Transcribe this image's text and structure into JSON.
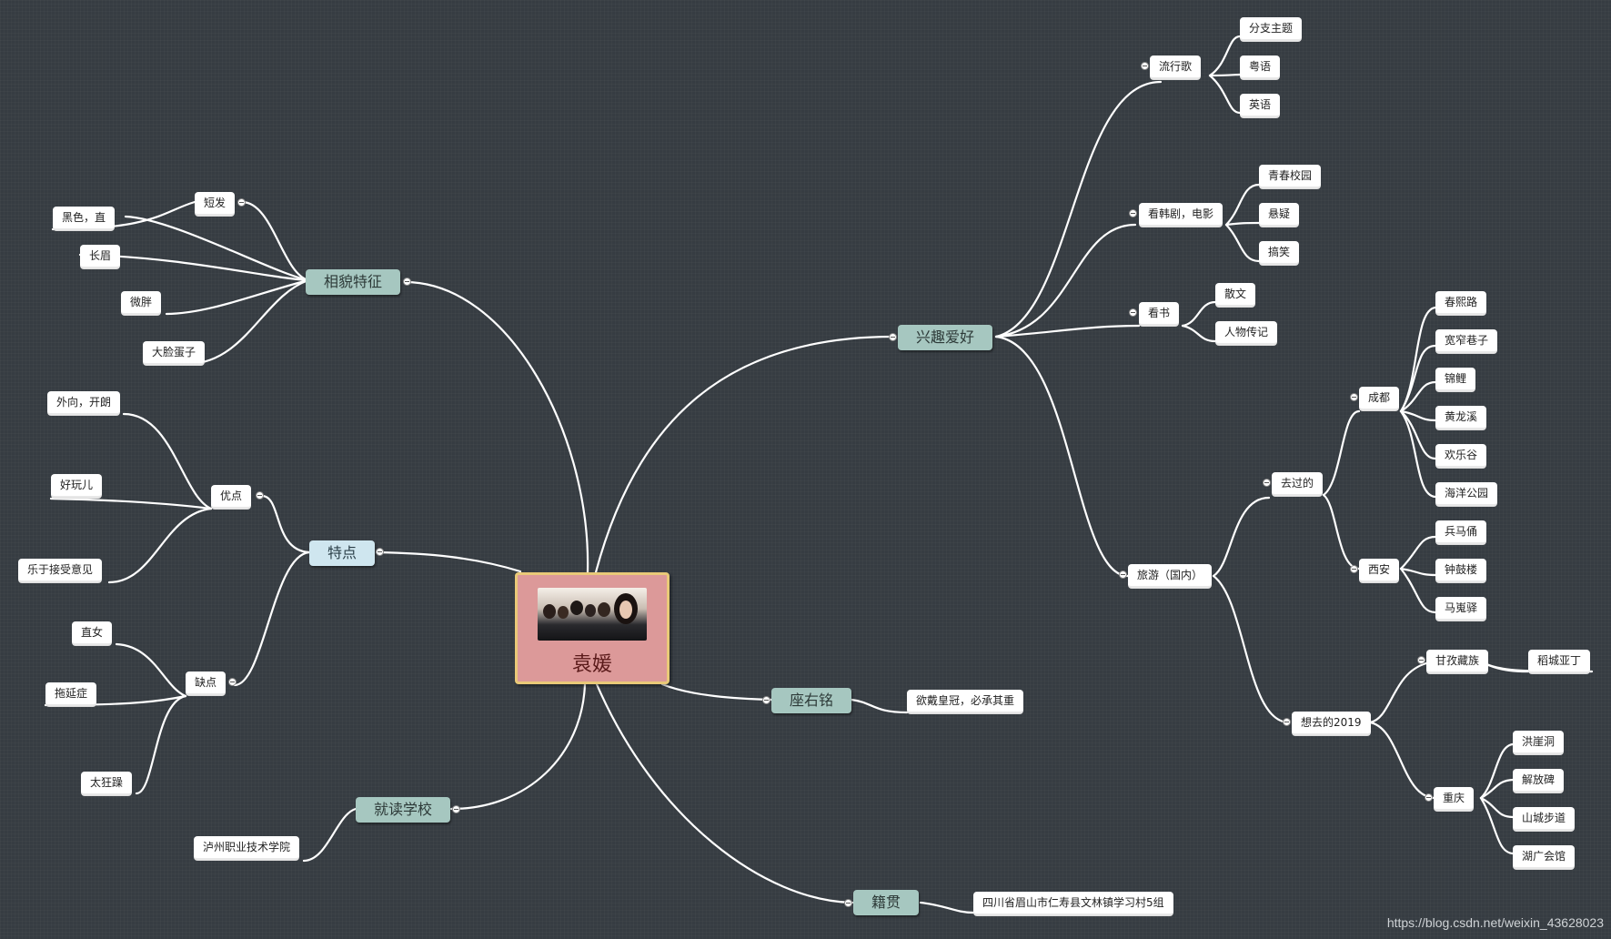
{
  "center": {
    "title": "袁媛"
  },
  "branches": {
    "appearance": {
      "label": "相貌特征",
      "short_hair": "短发",
      "black_straight": "黑色，直",
      "long_eyebrows": "长眉",
      "chubby": "微胖",
      "big_face": "大脸蛋子"
    },
    "traits": {
      "label": "特点",
      "pros": "优点",
      "outgoing": "外向，开朗",
      "fun": "好玩儿",
      "accepts_advice": "乐于接受意见",
      "cons": "缺点",
      "blunt": "直女",
      "procrastination": "拖延症",
      "irritable": "太狂躁"
    },
    "school": {
      "label": "就读学校",
      "name": "泸州职业技术学院"
    },
    "motto": {
      "label": "座右铭",
      "text": "欲戴皇冠，必承其重"
    },
    "hometown": {
      "label": "籍贯",
      "text": "四川省眉山市仁寿县文林镇学习村5组"
    },
    "hobbies": {
      "label": "兴趣爱好",
      "pop_songs": "流行歌",
      "branch_topic": "分支主题",
      "cantonese": "粤语",
      "english": "英语",
      "dramas": "看韩剧，电影",
      "youth": "青春校园",
      "suspense": "悬疑",
      "comedy": "搞笑",
      "reading": "看书",
      "prose": "散文",
      "biography": "人物传记",
      "travel": "旅游（国内）",
      "visited": "去过的",
      "chengdu": "成都",
      "chunxi": "春熙路",
      "kuanzhai": "宽窄巷子",
      "jinli": "锦鲤",
      "huanglongxi": "黄龙溪",
      "happy_valley": "欢乐谷",
      "ocean_park": "海洋公园",
      "xian": "西安",
      "terracotta": "兵马俑",
      "bell_tower": "钟鼓楼",
      "mawei": "马嵬驿",
      "want_2019": "想去的2019",
      "ganzi": "甘孜藏族",
      "daocheng": "稻城亚丁",
      "chongqing": "重庆",
      "hongya_cave": "洪崖洞",
      "jiefangbei": "解放碑",
      "mountain_walk": "山城步道",
      "huguang": "湖广会馆"
    }
  },
  "watermark": "https://blog.csdn.net/weixin_43628023"
}
